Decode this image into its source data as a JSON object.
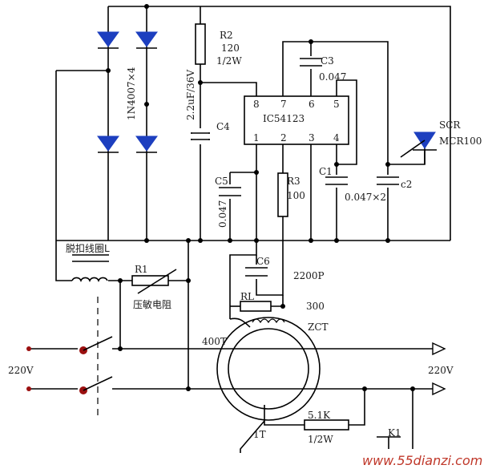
{
  "labels": {
    "r2_name": "R2",
    "r2_val": "120",
    "r2_power": "1/2W",
    "c4_value": "2.2uF/36V",
    "c4_name": "C4",
    "c3_name": "C3",
    "c3_val": "0.047",
    "ic_name": "IC54123",
    "pin8": "8",
    "pin7": "7",
    "pin6": "6",
    "pin5": "5",
    "pin1": "1",
    "pin2": "2",
    "pin3": "3",
    "pin4": "4",
    "diode_label": "1N4007×4",
    "scr_name": "SCR",
    "scr_model": "MCR100",
    "c1_name": "C1",
    "c1c2_val": "0.047×2",
    "c2_name": "c2",
    "c5_name": "C5",
    "c5_val": "0.047",
    "r3_name": "R3",
    "r3_val": "100",
    "coil_label": "脱扣线圈L",
    "c6_name": "C6",
    "c6_val": "2200P",
    "r1_name": "R1",
    "r1_label": "压敏电阻",
    "rl_name": "RL",
    "rl_val": "300",
    "turns_400": "400T",
    "zct": "ZCT",
    "v_left": "220V",
    "v_right": "220V",
    "r_test_val": "5.1K",
    "r_test_power": "1/2W",
    "turns_1": "1T",
    "k1": "K1",
    "watermark": "www.55dianzi.com"
  },
  "colors": {
    "wire": "#000000",
    "diode_fill": "#1d3fbf",
    "terminal_dot": "#9b1010",
    "watermark": "#c0392b"
  }
}
